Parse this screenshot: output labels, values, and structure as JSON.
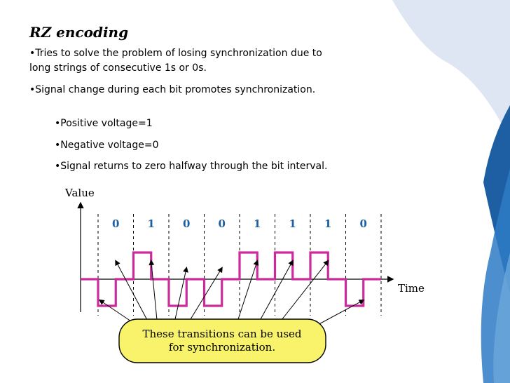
{
  "slide": {
    "title": "RZ encoding",
    "bullets": [
      "•Tries to solve the problem of losing synchronization due to",
      "long strings of consecutive 1s or 0s.",
      "•Signal change during each bit promotes synchronization."
    ],
    "sub_bullets": [
      "•Positive voltage=1",
      "•Negative voltage=0",
      "•Signal returns to zero halfway through the bit interval."
    ]
  },
  "diagram": {
    "y_axis_label": "Value",
    "x_axis_label": "Time",
    "bits": [
      "0",
      "1",
      "0",
      "0",
      "1",
      "1",
      "1",
      "0"
    ],
    "callout": [
      "These transitions can be used",
      "for synchronization."
    ],
    "signal_color": "#cc2b9c",
    "callout_fill": "#f8f36a",
    "accent_blue": "#1e5fa3"
  }
}
